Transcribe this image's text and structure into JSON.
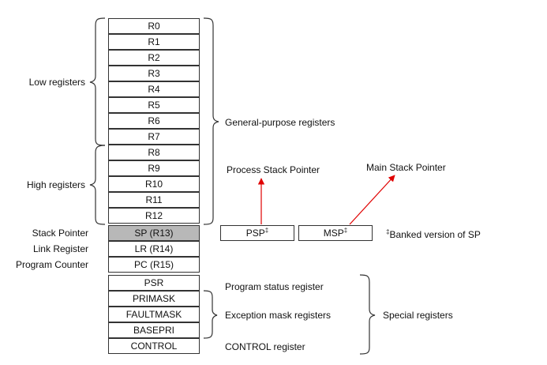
{
  "registers_core": [
    "R0",
    "R1",
    "R2",
    "R3",
    "R4",
    "R5",
    "R6",
    "R7",
    "R8",
    "R9",
    "R10",
    "R11",
    "R12"
  ],
  "registers_ptr": [
    {
      "label": "SP (R13)",
      "side_label": "Stack Pointer",
      "shaded": true
    },
    {
      "label": "LR (R14)",
      "side_label": "Link Register",
      "shaded": false
    },
    {
      "label": "PC (R15)",
      "side_label": "Program Counter",
      "shaded": false
    }
  ],
  "registers_special": [
    "PSR",
    "PRIMASK",
    "FAULTMASK",
    "BASEPRI",
    "CONTROL"
  ],
  "groups": {
    "low": "Low registers",
    "high": "High registers",
    "general": "General-purpose registers",
    "special": "Special registers"
  },
  "special_labels": {
    "psr": "Program status register",
    "exception": "Exception mask registers",
    "control": "CONTROL register"
  },
  "banked": {
    "psp": "PSP",
    "msp": "MSP",
    "dagger": "‡",
    "note": "Banked version of SP",
    "psp_title": "Process Stack Pointer",
    "msp_title": "Main Stack Pointer"
  },
  "colors": {
    "arrow": "#e00000",
    "shaded": "#b8b8b8",
    "line": "#333333"
  }
}
